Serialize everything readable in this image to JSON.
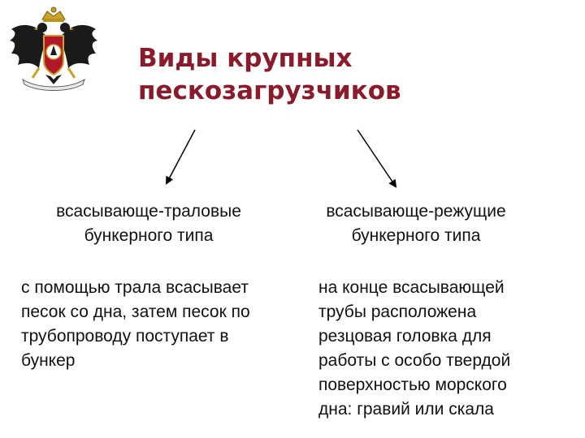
{
  "title": {
    "lines": [
      "Виды крупных",
      "пескозагрузчиков"
    ],
    "color": "#8b1a2b"
  },
  "emblem": {
    "icon": "double-headed-eagle-crest-icon"
  },
  "branches": {
    "left": {
      "label_lines": [
        "всасывающе-траловые",
        "бункерного типа"
      ],
      "description_lines": [
        "с помощью трала всасывает",
        "песок со дна, затем песок по",
        "трубопроводу поступает в",
        "бункер"
      ]
    },
    "right": {
      "label_lines": [
        "всасывающе-режущие",
        "бункерного типа"
      ],
      "description_lines": [
        "на конце всасывающей",
        "трубы расположена",
        "резцовая головка для",
        "работы с особо твердой",
        "поверхностью морского",
        "дна: гравий или скала"
      ]
    }
  }
}
